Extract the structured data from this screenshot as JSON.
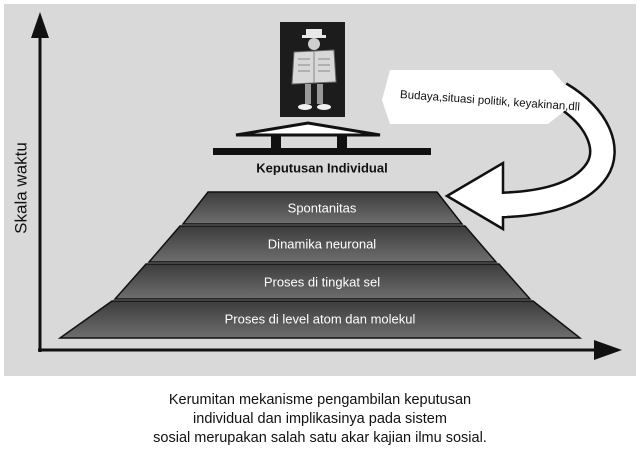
{
  "axis": {
    "y_label": "Skala waktu"
  },
  "decision": {
    "label": "Keputusan Individual"
  },
  "factors": {
    "label": "Budaya,situasi politik, keyakinan,dll"
  },
  "pyramid": {
    "layers": [
      {
        "label": "Spontanitas"
      },
      {
        "label": "Dinamika neuronal"
      },
      {
        "label": "Proses di tingkat sel"
      },
      {
        "label": "Proses di level atom dan molekul"
      }
    ]
  },
  "caption": {
    "lines": [
      "Kerumitan mekanisme pengambilan keputusan",
      "individual dan implikasinya pada sistem",
      "sosial merupakan salah satu  akar kajian ilmu sosial."
    ]
  },
  "colors": {
    "panel_background": "#d9d9d9",
    "layer_fill_top": "#444444",
    "layer_fill_bottom": "#6a6a6a",
    "outline": "#111111"
  },
  "icons": {
    "person": "person-reading-newspaper-icon"
  }
}
